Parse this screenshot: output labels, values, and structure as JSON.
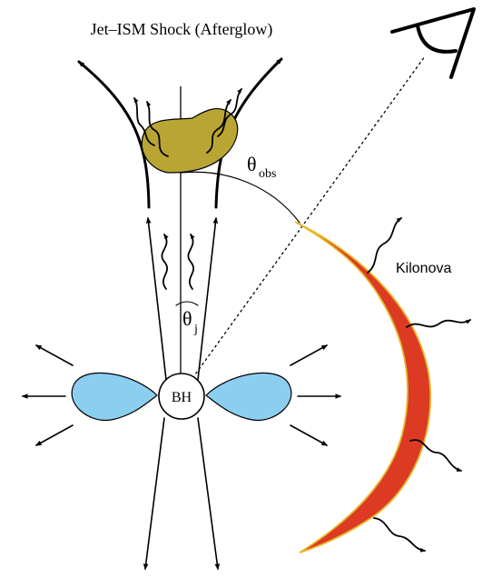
{
  "title": "Jet–ISM Shock (Afterglow)",
  "labels": {
    "theta_obs_symbol": "θ",
    "theta_obs_sub": "obs",
    "theta_j_symbol": "θ",
    "theta_j_sub": "j",
    "kilonova": "Kilonova",
    "black_hole": "BH"
  },
  "icons": {
    "observer": "eye-icon"
  },
  "colors": {
    "background": "#ffffff",
    "stroke": "#000000",
    "afterglow_blob": "#b9a534",
    "kilonova_fill": "#dc3a22",
    "kilonova_edge": "#e6b72d",
    "disk_lobes": "#8ccef0",
    "black_hole_fill": "#ffffff"
  }
}
